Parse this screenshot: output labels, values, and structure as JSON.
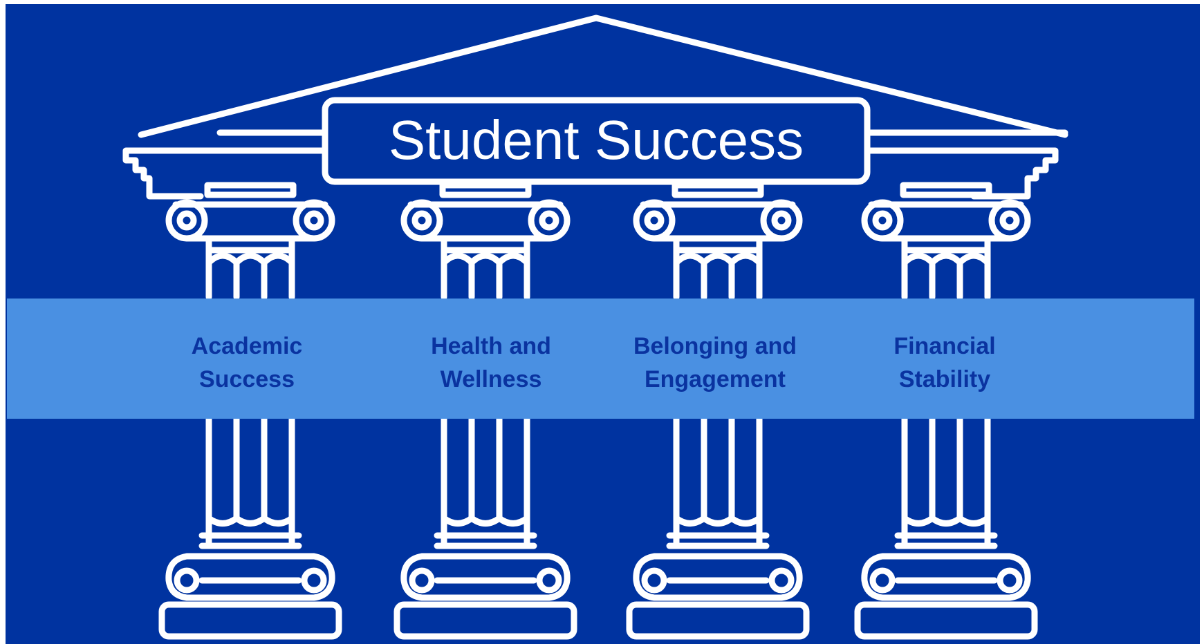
{
  "title": "Student Success",
  "pillars": [
    {
      "line1": "Academic",
      "line2": "Success"
    },
    {
      "line1": "Health and",
      "line2": "Wellness"
    },
    {
      "line1": "Belonging and",
      "line2": "Engagement"
    },
    {
      "line1": "Financial",
      "line2": "Stability"
    }
  ],
  "colors": {
    "background": "#0033a0",
    "band": "#4a90e2",
    "outline": "#ffffff",
    "label_text": "#0a33a0"
  }
}
